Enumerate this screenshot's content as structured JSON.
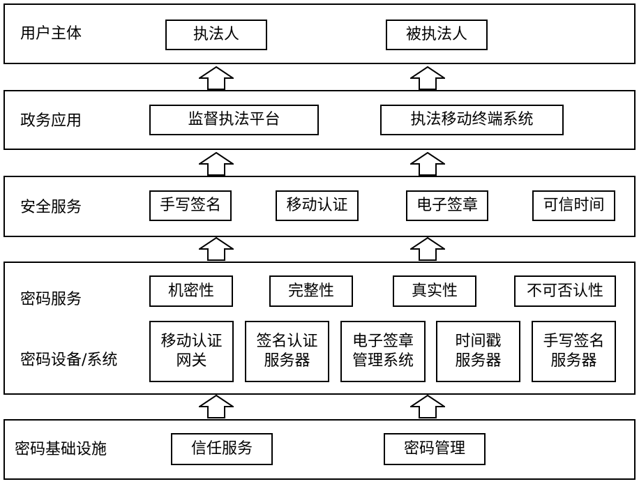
{
  "layers": {
    "user": {
      "label": "用户主体",
      "boxes": [
        "执法人",
        "被执法人"
      ]
    },
    "gov": {
      "label": "政务应用",
      "boxes": [
        "监督执法平台",
        "执法移动终端系统"
      ]
    },
    "security": {
      "label": "安全服务",
      "boxes": [
        "手写签名",
        "移动认证",
        "电子签章",
        "可信时间"
      ]
    },
    "crypto": {
      "service_label": "密码服务",
      "service_boxes": [
        "机密性",
        "完整性",
        "真实性",
        "不可否认性"
      ],
      "device_label": "密码设备/系统",
      "device_boxes": [
        "移动认证\n网关",
        "签名认证\n服务器",
        "电子签章\n管理系统",
        "时间戳\n服务器",
        "手写签名\n服务器"
      ]
    },
    "infra": {
      "label": "密码基础设施",
      "boxes": [
        "信任服务",
        "密码管理"
      ]
    }
  }
}
